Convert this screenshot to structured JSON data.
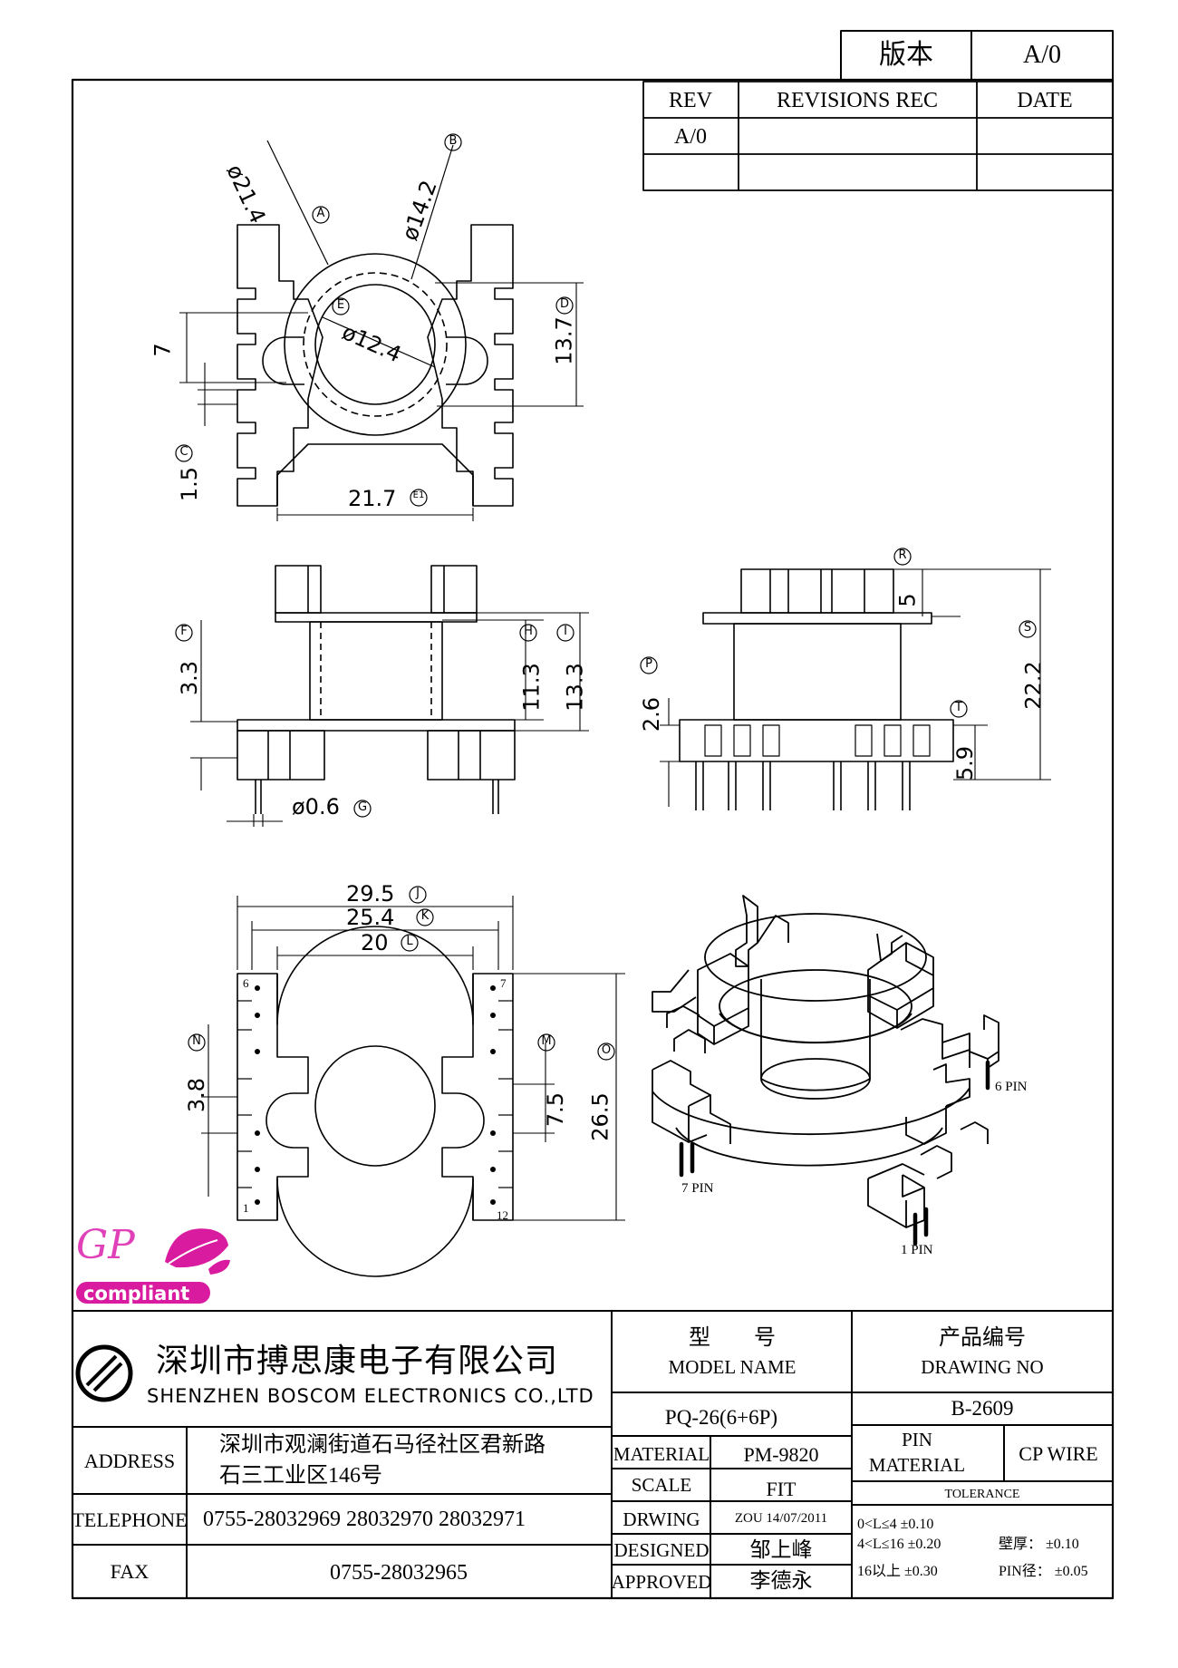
{
  "version_box": {
    "label": "版本",
    "value": "A/0"
  },
  "revision_table": {
    "headers": [
      "REV",
      "REVISIONS REC",
      "DATE"
    ],
    "rows": [
      [
        "A/0",
        "",
        ""
      ],
      [
        "",
        "",
        ""
      ]
    ]
  },
  "top_view": {
    "dims": [
      "ø21.4",
      "ø14.2",
      "ø12.4",
      "13.7",
      "7",
      "1.5",
      "21.7"
    ],
    "markers": [
      "A",
      "B",
      "E",
      "D",
      "C",
      "E1"
    ]
  },
  "front_view": {
    "dims": [
      "3.3",
      "11.3",
      "13.3",
      "ø0.6"
    ],
    "markers": [
      "F",
      "H",
      "I",
      "G"
    ]
  },
  "side_view": {
    "dims": [
      "5",
      "2.6",
      "22.2",
      "5.9"
    ],
    "markers": [
      "R",
      "P",
      "S",
      "T"
    ]
  },
  "bottom_view": {
    "dims": [
      "29.5",
      "25.4",
      "20",
      "3.8",
      "7.5",
      "26.5"
    ],
    "markers": [
      "J",
      "K",
      "L",
      "N",
      "M",
      "O"
    ],
    "pin_numbers": [
      "6",
      "7",
      "1",
      "12"
    ]
  },
  "iso_view": {
    "pin_labels": [
      "6 PIN",
      "7 PIN",
      "1 PIN"
    ]
  },
  "gp_logo": {
    "text": "GP",
    "subtext": "compliant"
  },
  "company": {
    "name_cn": "深圳市搏思康电子有限公司",
    "name_en": "SHENZHEN BOSCOM ELECTRONICS CO.,LTD"
  },
  "title_block": {
    "model_label_cn": "型　　号",
    "model_label_en": "MODEL NAME",
    "model_value": "PQ-26(6+6P)",
    "drawing_label_cn": "产品编号",
    "drawing_label_en": "DRAWING NO",
    "drawing_value": "B-2609",
    "address_label": "ADDRESS",
    "address_line1": "深圳市观澜街道石马径社区君新路",
    "address_line2": "石三工业区146号",
    "telephone_label": "TELEPHONE",
    "telephone_value": "0755-28032969 28032970 28032971",
    "fax_label": "FAX",
    "fax_value": "0755-28032965",
    "material_label": "MATERIAL",
    "material_value": "PM-9820",
    "scale_label": "SCALE",
    "scale_value": "FIT",
    "drwing_label": "DRWING",
    "drwing_value": "ZOU 14/07/2011",
    "designed_label": "DESIGNED",
    "designed_value": "邹上峰",
    "approved_label": "APPROVED",
    "approved_value": "李德永",
    "pin_material_label_1": "PIN",
    "pin_material_label_2": "MATERIAL",
    "pin_material_value": "CP WIRE",
    "tolerance_label": "TOLERANCE",
    "tolerance_rows": [
      "0<L≤4  ±0.10",
      "4<L≤16  ±0.20",
      "16以上  ±0.30"
    ],
    "tolerance_right": [
      "壁厚：  ±0.10",
      "PIN径：  ±0.05"
    ]
  }
}
